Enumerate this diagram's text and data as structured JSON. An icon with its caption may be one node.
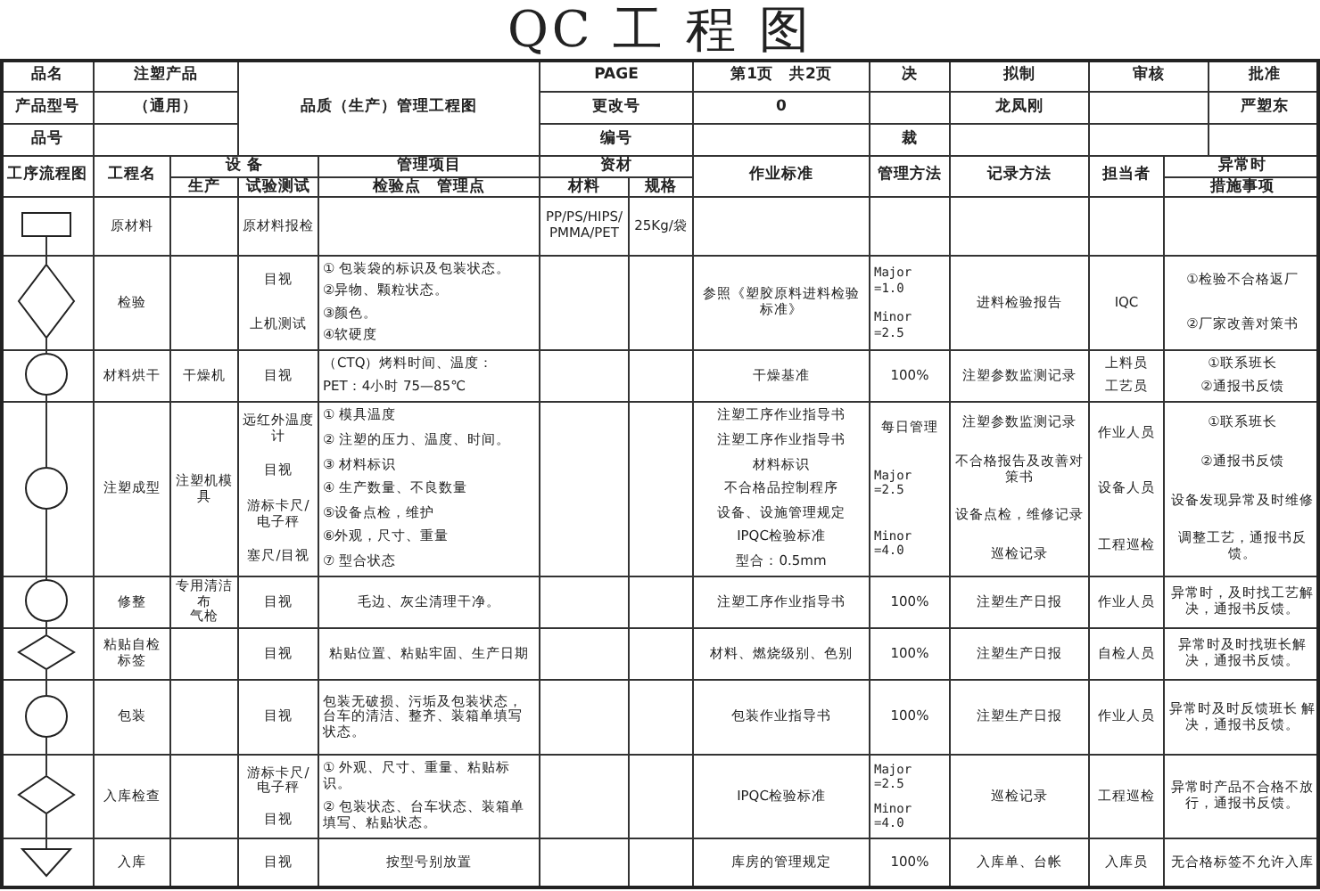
{
  "diagram": {
    "title": "QC 工 程 图",
    "nodes": [
      {
        "text": [],
        "shape": "box"
      },
      {
        "text": [],
        "shape": "diamond"
      },
      {
        "text": [],
        "shape": "circle"
      },
      {
        "text": [],
        "shape": "circle"
      },
      {
        "text": [],
        "shape": "circle"
      },
      {
        "text": [],
        "shape": "diamond"
      },
      {
        "text": [],
        "shape": "circle"
      },
      {
        "text": [],
        "shape": "diamond"
      },
      {
        "text": [],
        "shape": "triangle"
      }
    ],
    "edges": [
      {
        "from": 0,
        "to": 1,
        "arrow": "none"
      },
      {
        "from": 1,
        "to": 2,
        "arrow": "none"
      },
      {
        "from": 2,
        "to": 3,
        "arrow": "none"
      },
      {
        "from": 3,
        "to": 4,
        "arrow": "none"
      },
      {
        "from": 4,
        "to": 5,
        "arrow": "none"
      },
      {
        "from": 5,
        "to": 6,
        "arrow": "none"
      },
      {
        "from": 6,
        "to": 7,
        "arrow": "none"
      },
      {
        "from": 7,
        "to": 8,
        "arrow": "none"
      }
    ],
    "labels": [
      "品名",
      "注塑产品",
      "品质（生产）管理工程图",
      "PAGE",
      "第1页　共2页",
      "决",
      "拟制",
      "审核",
      "批准",
      "产品型号",
      "（通用）",
      "更改号",
      "0",
      "龙凤刚",
      "严塑东",
      "品号",
      "编号",
      "裁",
      "工序流程图",
      "工程名",
      "设 备",
      "管理项目",
      "资材",
      "作业标准",
      "管理方法",
      "记录方法",
      "担当者",
      "异常时",
      "生产",
      "试验测试",
      "检验点　管理点",
      "材料",
      "规格",
      "措施事项",
      "原材料",
      "原材料报检",
      "PP/PS/HIPS/PMMA/PET",
      "25Kg/袋",
      "检验",
      "目视",
      "上机测试",
      "① 包装袋的标识及包装状态。",
      "②异物、颗粒状态。",
      "③颜色。",
      "④软硬度",
      "参照《塑胶原料进料检验标准》",
      "Major =1.0",
      "Minor =2.5",
      "进料检验报告",
      "IQC",
      "①检验不合格返厂",
      "②厂家改善对策书",
      "材料烘干",
      "干燥机",
      "目视",
      "（CTQ）烤料时间、温度：",
      "PET：4小时 75—85℃",
      "干燥基准",
      "100%",
      "注塑参数监测记录",
      "上料员",
      "工艺员",
      "①联系班长",
      "②通报书反馈",
      "注塑成型",
      "注塑机模具",
      "远红外温度计",
      "目视",
      "游标卡尺/电子秤",
      "塞尺/目视",
      "① 模具温度",
      "② 注塑的压力、温度、时间。",
      "③ 材料标识",
      "④ 生产数量、不良数量",
      "⑤设备点检，维护",
      "⑥外观，尺寸、重量",
      "⑦ 型合状态",
      "注塑工序作业指导书",
      "注塑工序作业指导书",
      "材料标识",
      "不合格品控制程序",
      "设备、设施管理规定",
      "IPQC检验标准",
      "型合：0.5mm",
      "每日管理",
      "Major =2.5",
      "Minor =4.0",
      "注塑参数监测记录",
      "不合格报告及改善对策书",
      "设备点检，维修记录",
      "巡检记录",
      "作业人员",
      "设备人员",
      "工程巡检",
      "①联系班长",
      "②通报书反馈",
      "设备发现异常及时维修",
      "调整工艺，通报书反馈。",
      "修整",
      "专用清洁布",
      "气枪",
      "目视",
      "毛边、灰尘清理干净。",
      "注塑工序作业指导书",
      "100%",
      "注塑生产日报",
      "作业人员",
      "异常时，及时找工艺解决，通报书反馈。",
      "粘贴自检标签",
      "目视",
      "粘贴位置、粘贴牢固、生产日期",
      "材料、燃烧级别、色别",
      "100%",
      "注塑生产日报",
      "自检人员",
      "异常时及时找班长解决，通报书反馈。",
      "包装",
      "目视",
      "包装无破损、污垢及包装状态，台车的清洁、整齐、装箱单填写状态。",
      "包装作业指导书",
      "100%",
      "注塑生产日报",
      "作业人员",
      "异常时及时反馈班长 解决，通报书反馈。",
      "入库检查",
      "游标卡尺/电子秤",
      "目视",
      "① 外观、尺寸、重量、粘贴标识。",
      "② 包装状态、台车状态、装箱单填写、粘贴状态。",
      "IPQC检验标准",
      "Major =2.5",
      "Minor =4.0",
      "巡检记录",
      "工程巡检",
      "异常时产品不合格不放行，通报书反馈。",
      "入库",
      "目视",
      "按型号别放置",
      "库房的管理规定",
      "100%",
      "入库单、台帐",
      "入库员",
      "无合格标签不允许入库"
    ]
  }
}
